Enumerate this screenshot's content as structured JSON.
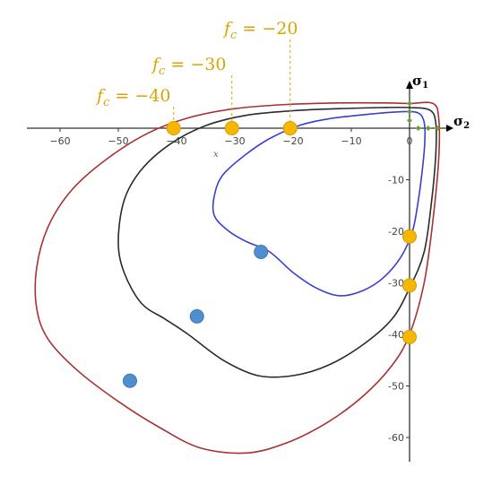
{
  "chart_data": {
    "type": "line",
    "title": "",
    "x_axis_label": "σ2",
    "y_axis_label": "σ1",
    "x_variable_label": "x",
    "xlim": [
      -65,
      5
    ],
    "ylim": [
      -65,
      8
    ],
    "x_ticks": [
      -60,
      -50,
      -40,
      -30,
      -20,
      -10,
      0
    ],
    "x_tick_labels": [
      "−60",
      "−50",
      "−40",
      "−30",
      "−20",
      "−10",
      "0"
    ],
    "y_ticks": [
      -10,
      -20,
      -30,
      -40,
      -50,
      -60
    ],
    "y_tick_labels": [
      "-10",
      "-20",
      "-30",
      "-40",
      "-50",
      "-60"
    ],
    "grid": false,
    "series": [
      {
        "name": "f_c = −20",
        "color": "#3a3fd0",
        "points": [
          [
            0.5,
            3.2
          ],
          [
            2.0,
            2.5
          ],
          [
            2.6,
            0.5
          ],
          [
            2.6,
            -3
          ],
          [
            2.2,
            -8
          ],
          [
            1.5,
            -14
          ],
          [
            0.5,
            -20
          ],
          [
            -1.5,
            -25
          ],
          [
            -4.5,
            -29
          ],
          [
            -8,
            -31.5
          ],
          [
            -12,
            -32.5
          ],
          [
            -16,
            -31
          ],
          [
            -20,
            -28
          ],
          [
            -24,
            -24
          ],
          [
            -28,
            -22
          ],
          [
            -31,
            -20
          ],
          [
            -33.5,
            -17
          ],
          [
            -33.5,
            -13
          ],
          [
            -32,
            -9
          ],
          [
            -28,
            -5
          ],
          [
            -24,
            -2
          ],
          [
            -19,
            0.5
          ],
          [
            -14,
            1.8
          ],
          [
            -8,
            2.6
          ],
          [
            -3,
            3.1
          ],
          [
            0.5,
            3.2
          ]
        ]
      },
      {
        "name": "f_c = −30",
        "color": "#2b2b2b",
        "points": [
          [
            0,
            4
          ],
          [
            3.5,
            3.5
          ],
          [
            4.5,
            1
          ],
          [
            4.5,
            -5
          ],
          [
            3.8,
            -14
          ],
          [
            2.5,
            -24
          ],
          [
            0,
            -31
          ],
          [
            -3,
            -37
          ],
          [
            -8,
            -42
          ],
          [
            -14,
            -46
          ],
          [
            -20,
            -48
          ],
          [
            -26,
            -48
          ],
          [
            -32,
            -45
          ],
          [
            -38,
            -40
          ],
          [
            -42,
            -37
          ],
          [
            -46,
            -34
          ],
          [
            -49,
            -28
          ],
          [
            -50,
            -22
          ],
          [
            -49,
            -14
          ],
          [
            -46,
            -8
          ],
          [
            -41,
            -3
          ],
          [
            -35,
            0.5
          ],
          [
            -28,
            2.5
          ],
          [
            -20,
            3.4
          ],
          [
            -12,
            3.8
          ],
          [
            -5,
            4
          ],
          [
            0,
            4
          ]
        ]
      },
      {
        "name": "f_c = −40",
        "color": "#a83232",
        "points": [
          [
            0,
            4.8
          ],
          [
            4,
            4.8
          ],
          [
            5,
            2
          ],
          [
            5,
            -6
          ],
          [
            4,
            -18
          ],
          [
            2.5,
            -30
          ],
          [
            0,
            -40
          ],
          [
            -3,
            -46
          ],
          [
            -8,
            -52
          ],
          [
            -14,
            -57
          ],
          [
            -21,
            -61
          ],
          [
            -28,
            -63
          ],
          [
            -36,
            -62
          ],
          [
            -43,
            -58
          ],
          [
            -50,
            -53
          ],
          [
            -57,
            -47
          ],
          [
            -62,
            -41
          ],
          [
            -64,
            -35
          ],
          [
            -64,
            -27
          ],
          [
            -62,
            -19
          ],
          [
            -58,
            -12
          ],
          [
            -52,
            -6
          ],
          [
            -45,
            -1
          ],
          [
            -38,
            2
          ],
          [
            -30,
            3.8
          ],
          [
            -21,
            4.6
          ],
          [
            -12,
            4.9
          ],
          [
            -4,
            4.9
          ],
          [
            0,
            4.8
          ]
        ]
      }
    ],
    "markers": [
      {
        "series": "f_c = −20",
        "x": -20.5,
        "y": 0,
        "color": "#f5b800"
      },
      {
        "series": "f_c = −30",
        "x": -30.5,
        "y": 0,
        "color": "#f5b800"
      },
      {
        "series": "f_c = −40",
        "x": -40.5,
        "y": 0,
        "color": "#f5b800"
      },
      {
        "series": "f_c = −20",
        "x": 0,
        "y": -21,
        "color": "#f5b800"
      },
      {
        "series": "f_c = −30",
        "x": 0,
        "y": -30.5,
        "color": "#f5b800"
      },
      {
        "series": "f_c = −40",
        "x": 0,
        "y": -40.5,
        "color": "#f5b800"
      },
      {
        "series": "f_c = −20",
        "x": -25.5,
        "y": -24,
        "color": "#4f8fd0"
      },
      {
        "series": "f_c = −30",
        "x": -36.5,
        "y": -36.5,
        "color": "#4f8fd0"
      },
      {
        "series": "f_c = −40",
        "x": -48,
        "y": -49,
        "color": "#4f8fd0"
      }
    ],
    "tension_markers": [
      {
        "x": 0,
        "y": 1.5
      },
      {
        "x": 0,
        "y": 3.2
      },
      {
        "x": 0,
        "y": 4.8
      },
      {
        "x": 1.5,
        "y": 0
      },
      {
        "x": 3.2,
        "y": 0
      },
      {
        "x": 4.8,
        "y": 0
      }
    ],
    "annotations": [
      {
        "text": "f_c = −20",
        "prefix": "f",
        "sub": "c",
        "rest": " = −20",
        "anchor_x": -20.5
      },
      {
        "text": "f_c = −30",
        "prefix": "f",
        "sub": "c",
        "rest": " = −30",
        "anchor_x": -30.5
      },
      {
        "text": "f_c = −40",
        "prefix": "f",
        "sub": "c",
        "rest": " = −40",
        "anchor_x": -40.5
      }
    ],
    "colors": {
      "axis": "#333333",
      "annotation": "#d9a400",
      "tension_marker": "#6aa03a"
    }
  }
}
